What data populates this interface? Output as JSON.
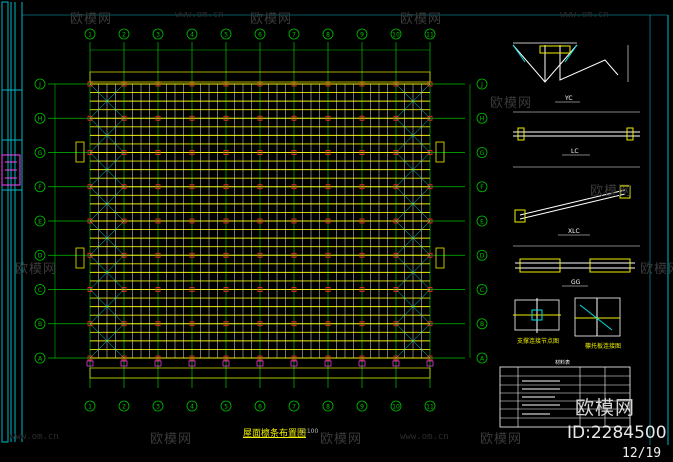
{
  "drawing": {
    "title": "屋面檩条布置图",
    "scale": "1:100",
    "sheet_number": "12/19"
  },
  "axes": {
    "columns": [
      "1",
      "2",
      "3",
      "4",
      "5",
      "6",
      "7",
      "8",
      "9",
      "10",
      "11"
    ],
    "rows": [
      "A",
      "B",
      "C",
      "D",
      "E",
      "F",
      "G",
      "H",
      "J"
    ]
  },
  "details": {
    "yc": "YC",
    "lc": "LC",
    "xlc": "XLC",
    "gg": "GG",
    "node_a": "支撑连接节点图",
    "node_b": "檩托板连接图",
    "table_header": "材料表"
  },
  "watermark": {
    "brand": "欧模网",
    "url": "www.om.cn",
    "image_id": "ID:2284500"
  },
  "colors": {
    "background": "#000000",
    "grid": "#00c000",
    "purlin": "#f0f000",
    "tie": "#ffffff",
    "bracing": "#00e0e0",
    "node": "#ff2a2a",
    "marker": "#ff40ff"
  }
}
